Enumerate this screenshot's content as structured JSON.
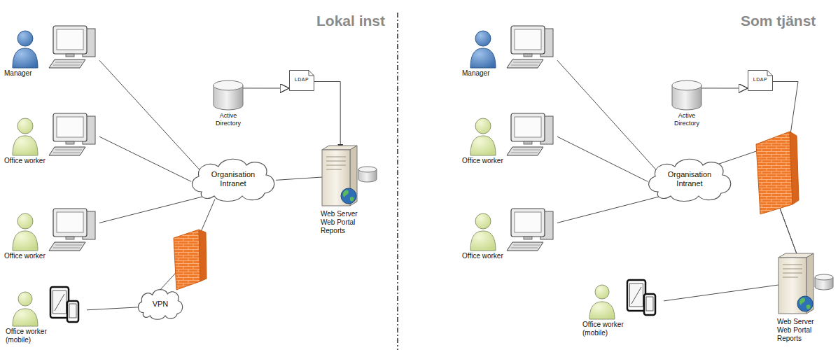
{
  "diagram": {
    "nodes": [
      {
        "text": [
          "Manager"
        ]
      },
      {
        "text": [
          "Office worker"
        ]
      },
      {
        "text": [
          "Office worker"
        ]
      },
      {
        "text": [
          "Office worker (mobile)"
        ]
      },
      {
        "text": [
          "Organisation Intranet"
        ]
      },
      {
        "text": [
          "VPN"
        ]
      },
      {
        "text": [
          "Active Directory"
        ]
      },
      {
        "text": [
          "LDAP"
        ]
      },
      {
        "text": [
          "Web Server Web Portal Reports"
        ]
      },
      {
        "text": [
          "Manager"
        ]
      },
      {
        "text": [
          "Office worker"
        ]
      },
      {
        "text": [
          "Office worker"
        ]
      },
      {
        "text": [
          "Office worker (mobile)"
        ]
      },
      {
        "text": [
          "Organisation Intranet"
        ]
      },
      {
        "text": [
          "Active Directory"
        ]
      },
      {
        "text": [
          "LDAP"
        ]
      },
      {
        "text": [
          "Web Server Web Portal Reports"
        ]
      }
    ],
    "edges": [
      {
        "from": 0,
        "to": 4,
        "arrow": "none"
      },
      {
        "from": 1,
        "to": 4,
        "arrow": "none"
      },
      {
        "from": 2,
        "to": 4,
        "arrow": "none"
      },
      {
        "from": 3,
        "to": 5,
        "arrow": "none"
      },
      {
        "from": 5,
        "to": 4,
        "arrow": "none"
      },
      {
        "from": 4,
        "to": 8,
        "arrow": "none"
      },
      {
        "from": 6,
        "to": 7,
        "arrow": "to"
      },
      {
        "from": 7,
        "to": 8,
        "arrow": "to"
      },
      {
        "from": 9,
        "to": 13,
        "arrow": "none"
      },
      {
        "from": 10,
        "to": 13,
        "arrow": "none"
      },
      {
        "from": 11,
        "to": 13,
        "arrow": "none"
      },
      {
        "from": 14,
        "to": 15,
        "arrow": "to"
      },
      {
        "from": 15,
        "to": 16,
        "arrow": "none"
      },
      {
        "from": 13,
        "to": 16,
        "arrow": "none"
      },
      {
        "from": 12,
        "to": 16,
        "arrow": "none"
      }
    ],
    "labels": [
      "Lokal inst",
      "Som tjänst"
    ]
  }
}
